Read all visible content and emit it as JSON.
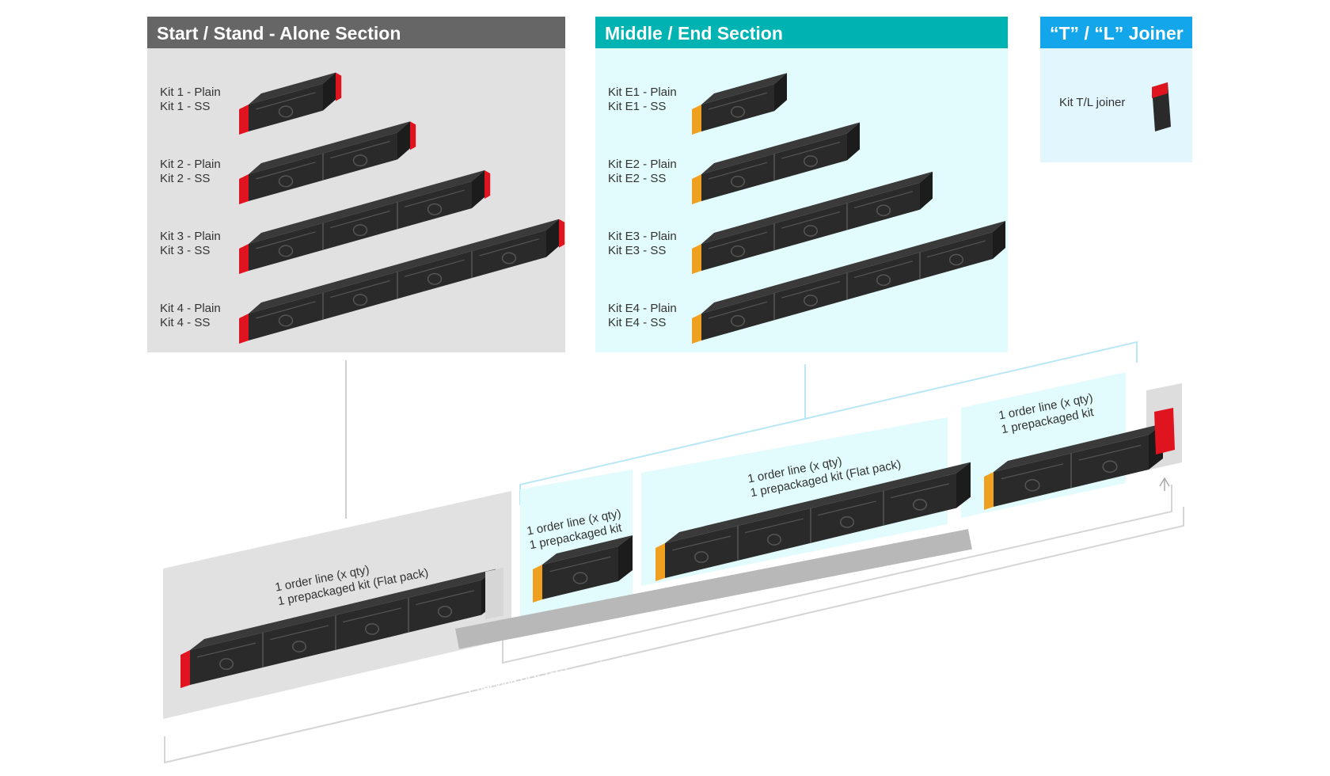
{
  "sections": {
    "start": {
      "title": "Start / Stand - Alone Section",
      "header_color": "#666666",
      "body_color": "#e1e1e1",
      "kits": [
        {
          "plain": "Kit 1 - Plain",
          "ss": "Kit 1 - SS",
          "modules": 1
        },
        {
          "plain": "Kit 2 - Plain",
          "ss": "Kit 2 - SS",
          "modules": 2
        },
        {
          "plain": "Kit 3 - Plain",
          "ss": "Kit 3 - SS",
          "modules": 3
        },
        {
          "plain": "Kit 4 - Plain",
          "ss": "Kit 4 - SS",
          "modules": 4
        }
      ]
    },
    "middle": {
      "title": "Middle / End Section",
      "header_color": "#00b3b3",
      "body_color": "#e2fbfc",
      "kits": [
        {
          "plain": "Kit E1 - Plain",
          "ss": "Kit E1 - SS",
          "modules": 1
        },
        {
          "plain": "Kit E2 - Plain",
          "ss": "Kit E2 - SS",
          "modules": 2
        },
        {
          "plain": "Kit E3 - Plain",
          "ss": "Kit E3 - SS",
          "modules": 3
        },
        {
          "plain": "Kit E4 - Plain",
          "ss": "Kit E4 - SS",
          "modules": 4
        }
      ]
    },
    "joiner": {
      "title": "“T” / “L” Joiner",
      "header_color": "#13a6ea",
      "body_color": "#e2f6fd",
      "kit_label": "Kit T/L joiner"
    }
  },
  "assembly": {
    "start_group": {
      "line1": "1 order line (x qty)",
      "line2": "1 prepackaged kit (Flat pack)"
    },
    "middle_groups": [
      {
        "line1": "1 order line (x qty)",
        "line2": "1 prepackaged kit"
      },
      {
        "line1": "1 order line (x qty)",
        "line2": "1 prepackaged kit (Flat pack)"
      },
      {
        "line1": "1 order line (x qty)",
        "line2": "1 prepackaged kit"
      }
    ],
    "check_note": "Checking PO: Total quantity of pre-install = Total quantity of light fittings (of the same size)"
  },
  "colors": {
    "module_dark": "#2a2a2a",
    "module_detail": "#555555",
    "end_cap_red": "#e0141e",
    "end_cap_orange": "#f0a020",
    "bracket_grey": "#cccccc",
    "bracket_cyan": "#b9e7f5",
    "banner_grey": "#b8b8b8"
  }
}
